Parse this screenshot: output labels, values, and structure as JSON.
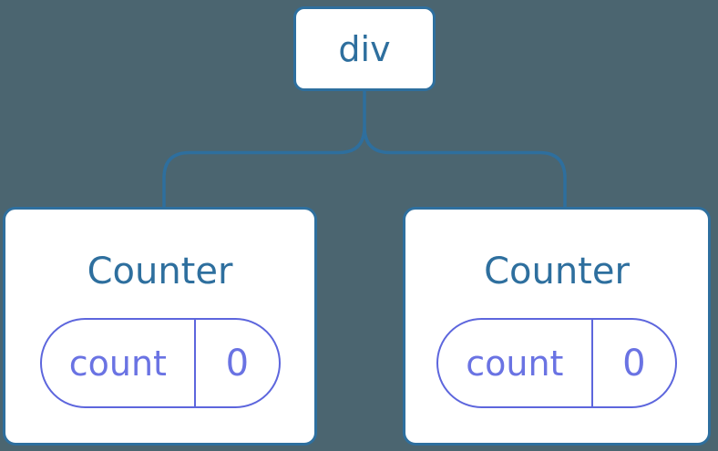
{
  "diagram": {
    "description": "Component tree diagram: root div element with two Counter children, each holding a count state of 0",
    "colors": {
      "background": "#4B6570",
      "node_blue": "#2E6F9E",
      "state_purple_border": "#5D66DD",
      "state_purple_text": "#6A73E3",
      "node_fill": "#ffffff"
    },
    "root": {
      "label": "div"
    },
    "children": [
      {
        "title": "Counter",
        "state_key": "count",
        "state_value": "0"
      },
      {
        "title": "Counter",
        "state_key": "count",
        "state_value": "0"
      }
    ]
  }
}
